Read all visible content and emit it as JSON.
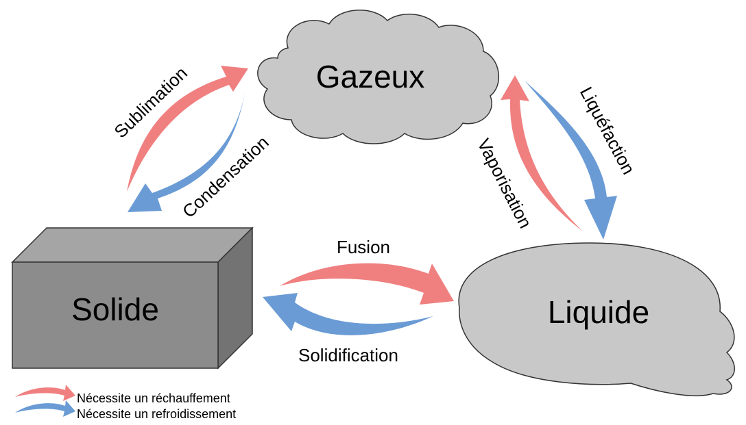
{
  "states": {
    "gas": "Gazeux",
    "solid": "Solide",
    "liquid": "Liquide"
  },
  "transitions": {
    "sublimation": "Sublimation",
    "condensation": "Condensation",
    "vaporisation": "Vaporisation",
    "liquefaction": "Liquéfaction",
    "fusion": "Fusion",
    "solidification": "Solidification"
  },
  "legend": {
    "heating": "Nécessite un réchauffement",
    "cooling": "Nécessite un refroidissement"
  },
  "colors": {
    "heating": "#f08080",
    "cooling": "#6a9bd5",
    "shape_fill": "#c8c8c8",
    "solid_front": "#8c8c8c",
    "solid_top": "#a5a5a5",
    "solid_side": "#737373"
  }
}
